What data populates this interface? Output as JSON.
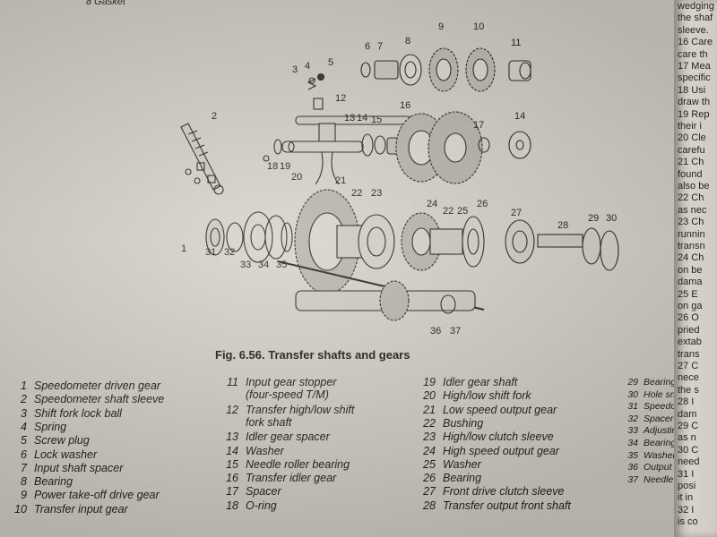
{
  "header": {
    "top_line": "8   Gasket"
  },
  "figure": {
    "caption": "Fig. 6.56. Transfer shafts and gears",
    "callouts": [
      "1",
      "2",
      "3",
      "4",
      "5",
      "6",
      "7",
      "8",
      "9",
      "10",
      "11",
      "12",
      "13",
      "14",
      "15",
      "16",
      "17",
      "14",
      "18",
      "19",
      "20",
      "21",
      "22",
      "23",
      "24",
      "22",
      "25",
      "26",
      "27",
      "28",
      "29",
      "30",
      "31",
      "32",
      "33",
      "34",
      "35",
      "36",
      "37"
    ]
  },
  "legend": {
    "col1": [
      {
        "num": "1",
        "text": "Speedometer driven gear"
      },
      {
        "num": "2",
        "text": "Speedometer shaft sleeve"
      },
      {
        "num": "3",
        "text": "Shift fork lock ball"
      },
      {
        "num": "4",
        "text": "Spring"
      },
      {
        "num": "5",
        "text": "Screw plug"
      },
      {
        "num": "6",
        "text": "Lock washer"
      },
      {
        "num": "7",
        "text": "Input shaft spacer"
      },
      {
        "num": "8",
        "text": "Bearing"
      },
      {
        "num": "9",
        "text": "Power take-off drive gear"
      },
      {
        "num": "10",
        "text": "Transfer input gear"
      }
    ],
    "col2": [
      {
        "num": "11",
        "text": "Input gear stopper",
        "cont": "(four-speed T/M)"
      },
      {
        "num": "12",
        "text": "Transfer high/low shift",
        "cont": "fork shaft"
      },
      {
        "num": "13",
        "text": "Idler gear spacer"
      },
      {
        "num": "14",
        "text": "Washer"
      },
      {
        "num": "15",
        "text": "Needle roller bearing"
      },
      {
        "num": "16",
        "text": "Transfer idler gear"
      },
      {
        "num": "17",
        "text": "Spacer"
      },
      {
        "num": "18",
        "text": "O-ring"
      }
    ],
    "col3": [
      {
        "num": "19",
        "text": "Idler gear shaft"
      },
      {
        "num": "20",
        "text": "High/low shift fork"
      },
      {
        "num": "21",
        "text": "Low speed output gear"
      },
      {
        "num": "22",
        "text": "Bushing"
      },
      {
        "num": "23",
        "text": "High/low clutch sleeve"
      },
      {
        "num": "24",
        "text": "High speed output gear"
      },
      {
        "num": "25",
        "text": "Washer"
      },
      {
        "num": "26",
        "text": "Bearing"
      },
      {
        "num": "27",
        "text": "Front drive clutch sleeve"
      },
      {
        "num": "28",
        "text": "Transfer output front shaft"
      }
    ],
    "col4": [
      {
        "num": "29",
        "text": "Bearing"
      },
      {
        "num": "30",
        "text": "Hole snap ring"
      },
      {
        "num": "31",
        "text": "Speedometer"
      },
      {
        "num": "32",
        "text": "Spacer"
      },
      {
        "num": "33",
        "text": "Adjusting"
      },
      {
        "num": "34",
        "text": "Bearing"
      },
      {
        "num": "35",
        "text": "Washer"
      },
      {
        "num": "36",
        "text": "Output"
      },
      {
        "num": "37",
        "text": "Needle"
      }
    ]
  },
  "right_page": [
    "wedging",
    "the shaf",
    "sleeve.",
    "16 Care",
    "care th",
    "17 Mea",
    "specific",
    "18 Usi",
    "draw th",
    "19 Rep",
    "their i",
    "20 Cle",
    "carefu",
    "21 Ch",
    "found",
    "also be",
    "22 Ch",
    "as nec",
    "23 Ch",
    "runnin",
    "transn",
    "24 Ch",
    "on be",
    "dama",
    "25 E",
    "on ga",
    "26 O",
    "pried",
    "extab",
    "trans",
    "27 C",
    "nece",
    "the s",
    "28 I",
    "dam",
    "29 C",
    "as n",
    "30 C",
    "need",
    "31 I",
    "posi",
    "it in",
    "32 I",
    "is co"
  ]
}
